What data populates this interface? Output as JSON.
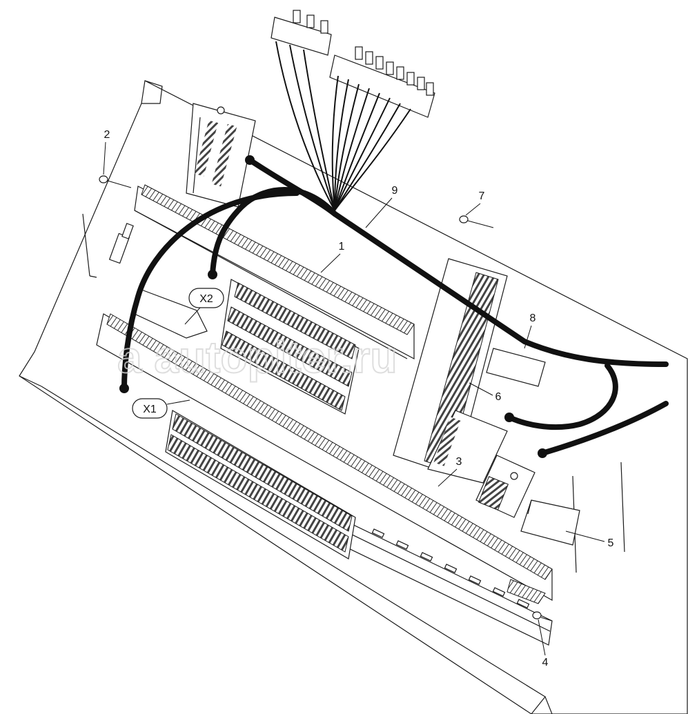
{
  "watermark": {
    "text": "a autopiter.ru"
  },
  "connectors": [
    {
      "id": "x1",
      "label": "X1"
    },
    {
      "id": "x2",
      "label": "X2"
    }
  ],
  "callouts": [
    {
      "id": "1",
      "label": "1"
    },
    {
      "id": "2",
      "label": "2"
    },
    {
      "id": "3",
      "label": "3"
    },
    {
      "id": "4",
      "label": "4"
    },
    {
      "id": "5",
      "label": "5"
    },
    {
      "id": "6",
      "label": "6"
    },
    {
      "id": "7",
      "label": "7"
    },
    {
      "id": "8",
      "label": "8"
    },
    {
      "id": "9",
      "label": "9"
    }
  ]
}
